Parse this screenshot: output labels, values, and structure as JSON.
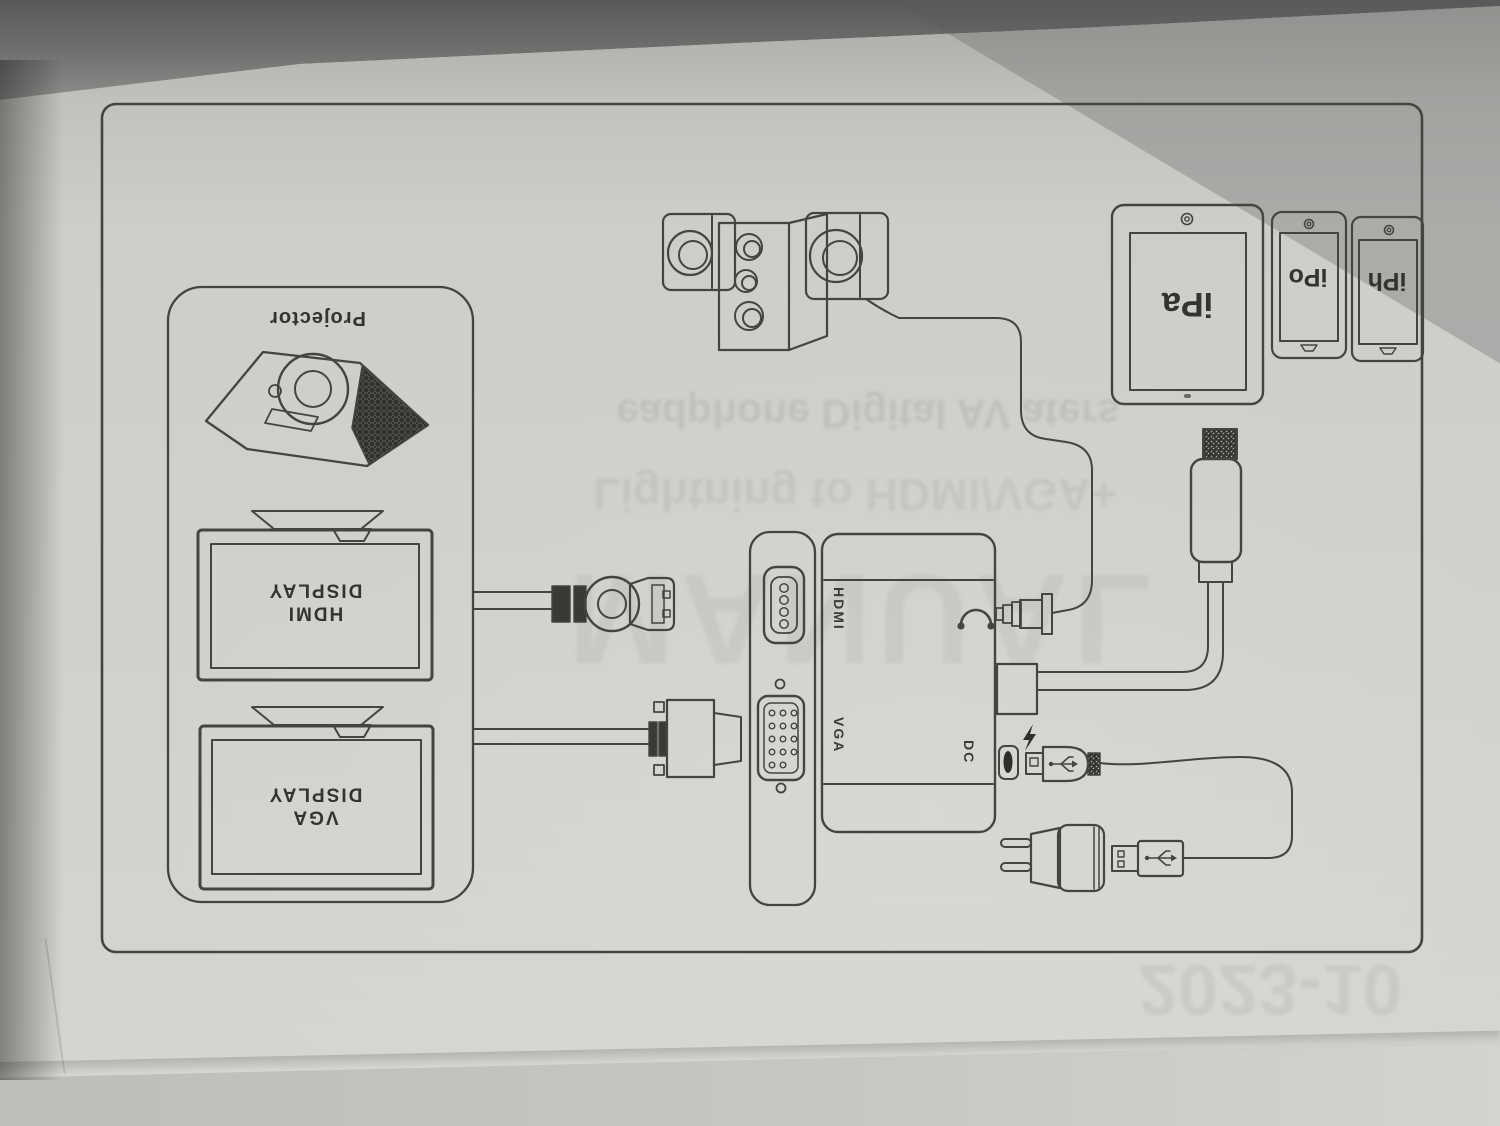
{
  "labels": {
    "projector": "Projector",
    "hdmi_display_line1": "HDMI",
    "hdmi_display_line2": "DISPLAY",
    "vga_display_line1": "VGA",
    "vga_display_line2": "DISPLAY",
    "adapter_hdmi_port": "HDMI",
    "adapter_vga_port": "VGA",
    "adapter_dc_port": "DC",
    "ipad": "iPa",
    "ipod": "iPo",
    "iphone": "iPh"
  },
  "show_through": {
    "watermark": "MANUAL",
    "line1": "eadphone Digital AV aters",
    "line2": "Lightning to HDMI/VGA+",
    "code": "2023-10"
  },
  "colors": {
    "paper": "#d1d1cc",
    "ink": "#45453f",
    "table": "#c3c3bf",
    "shadow": "#58585c"
  }
}
